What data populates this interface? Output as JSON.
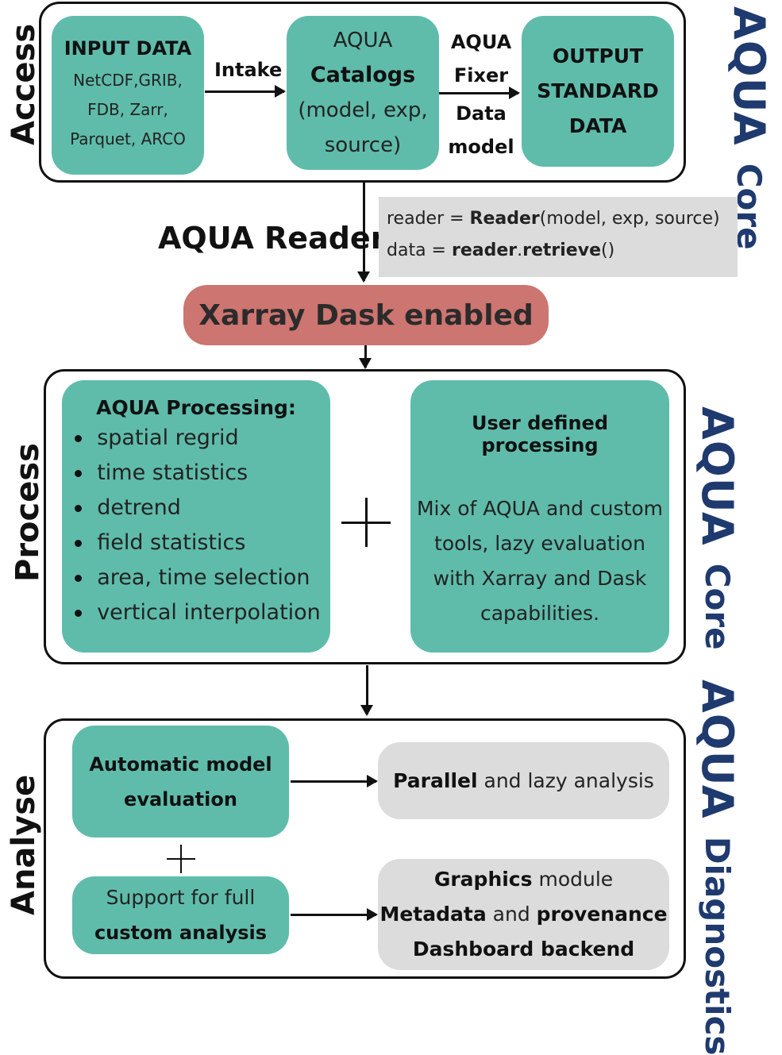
{
  "access": {
    "section_label": "Access",
    "input": {
      "title": "INPUT DATA",
      "lines": [
        "NetCDF,GRIB,",
        "FDB, Zarr,",
        "Parquet, ARCO"
      ]
    },
    "intake_label": "Intake",
    "catalogs": {
      "line1": "AQUA",
      "line2": "Catalogs",
      "line3": "(model, exp,",
      "line4": "source)"
    },
    "fixer": {
      "line1": "AQUA",
      "line2": "Fixer",
      "line3": "Data",
      "line4": "model"
    },
    "output": {
      "line1": "OUTPUT",
      "line2": "STANDARD",
      "line3": "DATA"
    },
    "logo": {
      "brand": "AQUA",
      "sub": "Core"
    }
  },
  "reader": {
    "label": "AQUA Reader",
    "code1": {
      "pre": "reader = ",
      "bold": "Reader",
      "post": "(model, exp, source)"
    },
    "code2": {
      "pre": "data = ",
      "bold": "reader",
      "mid": ".",
      "bold2": "retrieve",
      "post": "()"
    }
  },
  "xarray": {
    "label": "Xarray Dask enabled"
  },
  "process": {
    "section_label": "Process",
    "aqua_title": "AQUA Processing:",
    "aqua_items": [
      "spatial regrid",
      "time statistics",
      "detrend",
      "field statistics",
      "area, time selection",
      "vertical interpolation"
    ],
    "user_title": "User defined processing",
    "user_lines": [
      "Mix of AQUA and custom",
      "tools, lazy evaluation",
      "with Xarray and Dask",
      "capabilities."
    ],
    "logo": {
      "brand": "AQUA",
      "sub": "Core"
    }
  },
  "analyse": {
    "section_label": "Analyse",
    "auto": {
      "line1": "Automatic model",
      "line2": "evaluation"
    },
    "support": {
      "line1": "Support for full",
      "line2": "custom analysis"
    },
    "parallel": {
      "bold": "Parallel",
      "rest": " and lazy analysis"
    },
    "graphics": {
      "bold": "Graphics",
      "rest": " module"
    },
    "metadata": {
      "bold1": "Metadata",
      "mid": " and ",
      "bold2": "provenance"
    },
    "dashboard": "Dashboard backend",
    "logo": {
      "brand": "AQUA",
      "sub": "Diagnostics"
    }
  },
  "colors": {
    "teal": "#5fbcab",
    "xarray": "#cd7570",
    "gray": "#dcdcdc",
    "logo": "#1f3a6e"
  }
}
